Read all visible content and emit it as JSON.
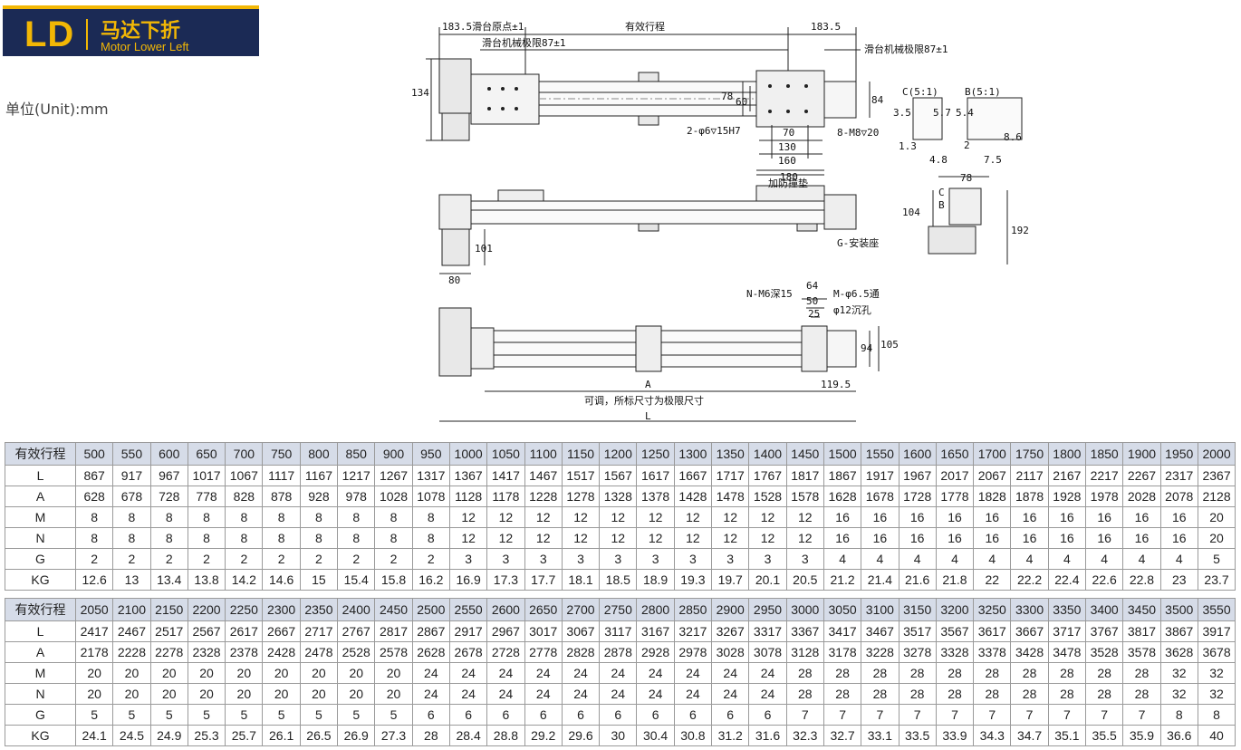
{
  "header": {
    "code": "LD",
    "title_cn": "马达下折",
    "title_en": "Motor Lower Left",
    "accent": "#f2b705",
    "bg": "#1b2a55"
  },
  "unit_label": "单位(Unit):mm",
  "drawing_labels": {
    "origin": "183.5滑台原点±1",
    "stroke": "有效行程",
    "right_gap": "183.5",
    "limit_left": "滑台机械极限87±1",
    "limit_right": "滑台机械极限87±1",
    "h134": "134",
    "h78": "78",
    "h60": "60",
    "h84": "84",
    "pin": "2-φ6▽15H7",
    "w70": "70",
    "m8": "8-M8▽20",
    "w130": "130",
    "w160": "160",
    "w180": "180",
    "detail_c": "C(5:1)",
    "detail_b": "B(5:1)",
    "d35": "3.5",
    "d57": "5.7",
    "d13": "1.3",
    "d48": "4.8",
    "d54": "5.4",
    "d86": "8.6",
    "d2": "2",
    "d75": "7.5",
    "bumper": "加防撞垫",
    "mount": "G-安装座",
    "h101": "101",
    "w80": "80",
    "s78": "78",
    "s104": "104",
    "s192": "192",
    "lc": "C",
    "lb": "B",
    "n_m6": "N-M6深15",
    "w64": "64",
    "w50": "50",
    "w25": "25",
    "m_hole": "M-φ6.5通",
    "cbore": "φ12沉孔",
    "h94": "94",
    "h105": "105",
    "a": "A",
    "w1195": "119.5",
    "note": "可调，所标尺寸为极限尺寸",
    "l": "L"
  },
  "tables": [
    {
      "header_label": "有效行程",
      "header": [
        "500",
        "550",
        "600",
        "650",
        "700",
        "750",
        "800",
        "850",
        "900",
        "950",
        "1000",
        "1050",
        "1100",
        "1150",
        "1200",
        "1250",
        "1300",
        "1350",
        "1400",
        "1450",
        "1500",
        "1550",
        "1600",
        "1650",
        "1700",
        "1750",
        "1800",
        "1850",
        "1900",
        "1950",
        "2000"
      ],
      "rows": [
        {
          "label": "L",
          "values": [
            "867",
            "917",
            "967",
            "1017",
            "1067",
            "1117",
            "1167",
            "1217",
            "1267",
            "1317",
            "1367",
            "1417",
            "1467",
            "1517",
            "1567",
            "1617",
            "1667",
            "1717",
            "1767",
            "1817",
            "1867",
            "1917",
            "1967",
            "2017",
            "2067",
            "2117",
            "2167",
            "2217",
            "2267",
            "2317",
            "2367"
          ]
        },
        {
          "label": "A",
          "values": [
            "628",
            "678",
            "728",
            "778",
            "828",
            "878",
            "928",
            "978",
            "1028",
            "1078",
            "1128",
            "1178",
            "1228",
            "1278",
            "1328",
            "1378",
            "1428",
            "1478",
            "1528",
            "1578",
            "1628",
            "1678",
            "1728",
            "1778",
            "1828",
            "1878",
            "1928",
            "1978",
            "2028",
            "2078",
            "2128"
          ]
        },
        {
          "label": "M",
          "values": [
            "8",
            "8",
            "8",
            "8",
            "8",
            "8",
            "8",
            "8",
            "8",
            "8",
            "12",
            "12",
            "12",
            "12",
            "12",
            "12",
            "12",
            "12",
            "12",
            "12",
            "16",
            "16",
            "16",
            "16",
            "16",
            "16",
            "16",
            "16",
            "16",
            "16",
            "20"
          ]
        },
        {
          "label": "N",
          "values": [
            "8",
            "8",
            "8",
            "8",
            "8",
            "8",
            "8",
            "8",
            "8",
            "8",
            "12",
            "12",
            "12",
            "12",
            "12",
            "12",
            "12",
            "12",
            "12",
            "12",
            "16",
            "16",
            "16",
            "16",
            "16",
            "16",
            "16",
            "16",
            "16",
            "16",
            "20"
          ]
        },
        {
          "label": "G",
          "values": [
            "2",
            "2",
            "2",
            "2",
            "2",
            "2",
            "2",
            "2",
            "2",
            "2",
            "3",
            "3",
            "3",
            "3",
            "3",
            "3",
            "3",
            "3",
            "3",
            "3",
            "4",
            "4",
            "4",
            "4",
            "4",
            "4",
            "4",
            "4",
            "4",
            "4",
            "5"
          ]
        },
        {
          "label": "KG",
          "values": [
            "12.6",
            "13",
            "13.4",
            "13.8",
            "14.2",
            "14.6",
            "15",
            "15.4",
            "15.8",
            "16.2",
            "16.9",
            "17.3",
            "17.7",
            "18.1",
            "18.5",
            "18.9",
            "19.3",
            "19.7",
            "20.1",
            "20.5",
            "21.2",
            "21.4",
            "21.6",
            "21.8",
            "22",
            "22.2",
            "22.4",
            "22.6",
            "22.8",
            "23",
            "23.7"
          ]
        }
      ]
    },
    {
      "header_label": "有效行程",
      "header": [
        "2050",
        "2100",
        "2150",
        "2200",
        "2250",
        "2300",
        "2350",
        "2400",
        "2450",
        "2500",
        "2550",
        "2600",
        "2650",
        "2700",
        "2750",
        "2800",
        "2850",
        "2900",
        "2950",
        "3000",
        "3050",
        "3100",
        "3150",
        "3200",
        "3250",
        "3300",
        "3350",
        "3400",
        "3450",
        "3500",
        "3550"
      ],
      "rows": [
        {
          "label": "L",
          "values": [
            "2417",
            "2467",
            "2517",
            "2567",
            "2617",
            "2667",
            "2717",
            "2767",
            "2817",
            "2867",
            "2917",
            "2967",
            "3017",
            "3067",
            "3117",
            "3167",
            "3217",
            "3267",
            "3317",
            "3367",
            "3417",
            "3467",
            "3517",
            "3567",
            "3617",
            "3667",
            "3717",
            "3767",
            "3817",
            "3867",
            "3917"
          ]
        },
        {
          "label": "A",
          "values": [
            "2178",
            "2228",
            "2278",
            "2328",
            "2378",
            "2428",
            "2478",
            "2528",
            "2578",
            "2628",
            "2678",
            "2728",
            "2778",
            "2828",
            "2878",
            "2928",
            "2978",
            "3028",
            "3078",
            "3128",
            "3178",
            "3228",
            "3278",
            "3328",
            "3378",
            "3428",
            "3478",
            "3528",
            "3578",
            "3628",
            "3678"
          ]
        },
        {
          "label": "M",
          "values": [
            "20",
            "20",
            "20",
            "20",
            "20",
            "20",
            "20",
            "20",
            "20",
            "24",
            "24",
            "24",
            "24",
            "24",
            "24",
            "24",
            "24",
            "24",
            "24",
            "28",
            "28",
            "28",
            "28",
            "28",
            "28",
            "28",
            "28",
            "28",
            "28",
            "32",
            "32"
          ]
        },
        {
          "label": "N",
          "values": [
            "20",
            "20",
            "20",
            "20",
            "20",
            "20",
            "20",
            "20",
            "20",
            "24",
            "24",
            "24",
            "24",
            "24",
            "24",
            "24",
            "24",
            "24",
            "24",
            "28",
            "28",
            "28",
            "28",
            "28",
            "28",
            "28",
            "28",
            "28",
            "28",
            "32",
            "32"
          ]
        },
        {
          "label": "G",
          "values": [
            "5",
            "5",
            "5",
            "5",
            "5",
            "5",
            "5",
            "5",
            "5",
            "6",
            "6",
            "6",
            "6",
            "6",
            "6",
            "6",
            "6",
            "6",
            "6",
            "7",
            "7",
            "7",
            "7",
            "7",
            "7",
            "7",
            "7",
            "7",
            "7",
            "8",
            "8"
          ]
        },
        {
          "label": "KG",
          "values": [
            "24.1",
            "24.5",
            "24.9",
            "25.3",
            "25.7",
            "26.1",
            "26.5",
            "26.9",
            "27.3",
            "28",
            "28.4",
            "28.8",
            "29.2",
            "29.6",
            "30",
            "30.4",
            "30.8",
            "31.2",
            "31.6",
            "32.3",
            "32.7",
            "33.1",
            "33.5",
            "33.9",
            "34.3",
            "34.7",
            "35.1",
            "35.5",
            "35.9",
            "36.6",
            "40"
          ]
        }
      ]
    }
  ]
}
